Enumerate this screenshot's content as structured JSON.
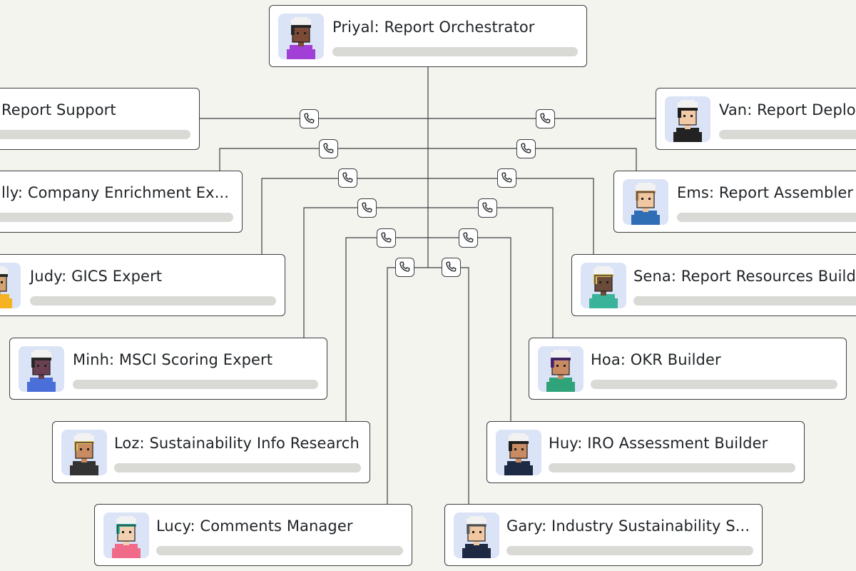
{
  "colors": {
    "background": "#f4f4ef",
    "card": "#ffffff",
    "border": "#3b3f42",
    "placeholder_bar": "#d9d9d6",
    "avatar_bg": "#dbe3f7"
  },
  "nodes": [
    {
      "id": "priyal",
      "label": "Priyal: Report Orchestrator",
      "shirt": "#a13fd6",
      "skin": "#7c4a35",
      "hair": "#2b2b2b"
    },
    {
      "id": "report-support",
      "label": "Report Support",
      "shirt": "#4a90d9",
      "skin": "#c98b62",
      "hair": "#2b2b2b"
    },
    {
      "id": "van",
      "label": "Van: Report Deploy",
      "shirt": "#222222",
      "skin": "#f2c9a6",
      "hair": "#1f1f1f"
    },
    {
      "id": "lly",
      "label": "lly: Company Enrichment Ex...",
      "shirt": "#4a90d9",
      "skin": "#c98b62",
      "hair": "#2b2b2b"
    },
    {
      "id": "ems",
      "label": "Ems: Report Assembler",
      "shirt": "#2f6db5",
      "skin": "#f0c7a0",
      "hair": "#caa06a"
    },
    {
      "id": "judy",
      "label": "Judy: GICS Expert",
      "shirt": "#f5b324",
      "skin": "#d4a373",
      "hair": "#2b2b2b"
    },
    {
      "id": "sena",
      "label": "Sena: Report Resources Build",
      "shirt": "#3bb39b",
      "skin": "#6b4a3a",
      "hair": "#e0c060"
    },
    {
      "id": "minh",
      "label": "Minh: MSCI Scoring Expert",
      "shirt": "#4a6fd9",
      "skin": "#6b3f52",
      "hair": "#2b2b2b"
    },
    {
      "id": "hoa",
      "label": "Hoa: OKR Builder",
      "shirt": "#2fa37a",
      "skin": "#c98b62",
      "hair": "#5b2b8a"
    },
    {
      "id": "loz",
      "label": "Loz: Sustainability Info Research",
      "shirt": "#333333",
      "skin": "#c98b62",
      "hair": "#e0c060"
    },
    {
      "id": "huy",
      "label": "Huy: IRO Assessment Builder",
      "shirt": "#1e2a44",
      "skin": "#c98b62",
      "hair": "#1f1f1f"
    },
    {
      "id": "lucy",
      "label": "Lucy: Comments Manager",
      "shirt": "#f06a8a",
      "skin": "#f0d0b0",
      "hair": "#36b5a0"
    },
    {
      "id": "gary",
      "label": "Gary: Industry Sustainability S...",
      "shirt": "#1e2a44",
      "skin": "#f0c7a0",
      "hair": "#8a8a8a"
    }
  ],
  "connector_icons": [
    "phone-icon"
  ]
}
